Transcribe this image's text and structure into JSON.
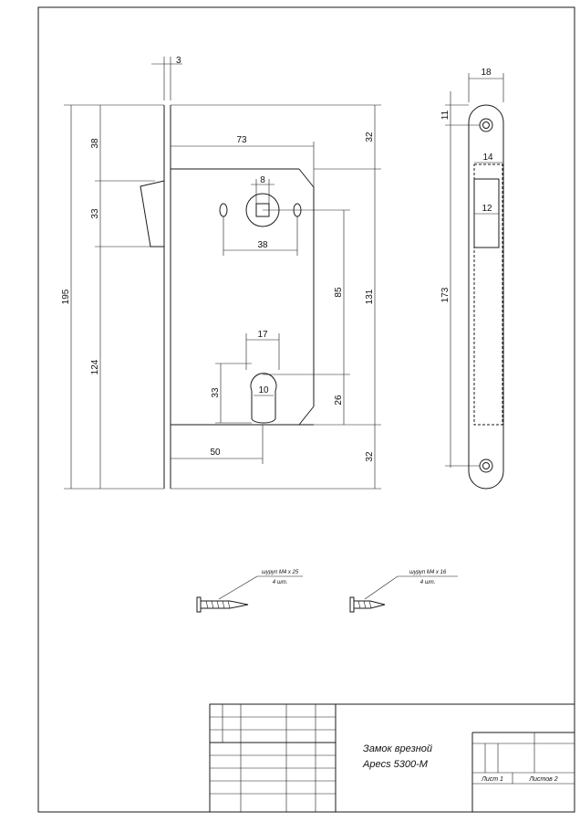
{
  "dimensions": {
    "plate_thickness": "3",
    "total_height": "195",
    "latch_top_offset": "38",
    "latch_height": "33",
    "latch_to_bottom": "124",
    "backset": "73",
    "top_margin": "32",
    "spindle_square": "8",
    "screw_spacing": "38",
    "spindle_to_cylinder": "85",
    "body_height": "131",
    "cylinder_width": "17",
    "cylinder_height": "33",
    "cylinder_slot": "10",
    "cylinder_to_body_bottom": "26",
    "cylinder_backset": "50",
    "bottom_margin": "32",
    "strike_width": "18",
    "strike_hole_offset": "11",
    "strike_window_width": "14",
    "strike_window_inner": "12",
    "strike_hole_spacing": "173"
  },
  "screws": [
    {
      "name": "шуруп М4 х 25",
      "qty": "4 шт."
    },
    {
      "name": "шуруп М4 х 16",
      "qty": "4 шт."
    }
  ],
  "title_block": {
    "title_line1": "Замок врезной",
    "title_line2": "Apecs 5300-M",
    "sheet": "Лист 1",
    "sheets": "Листов 2"
  }
}
